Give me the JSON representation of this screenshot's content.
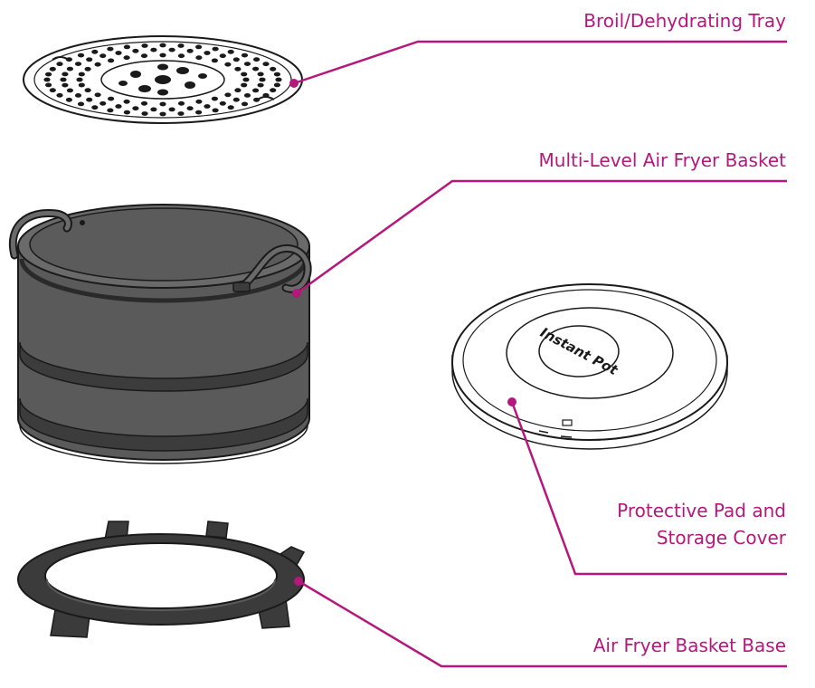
{
  "callouts": {
    "tray": "Broil/Dehydrating Tray",
    "basket": "Multi-Level Air Fryer Basket",
    "pad_line1": "Protective Pad and",
    "pad_line2": "Storage Cover",
    "base": "Air Fryer Basket Base"
  },
  "pad_logo": "Instant Pot",
  "colors": {
    "accent": "#b5177d",
    "basket_fill": "#5a5a5a",
    "basket_dark": "#3c3c3c",
    "base_fill": "#3b3b3b",
    "outline": "#1a1a1a"
  }
}
